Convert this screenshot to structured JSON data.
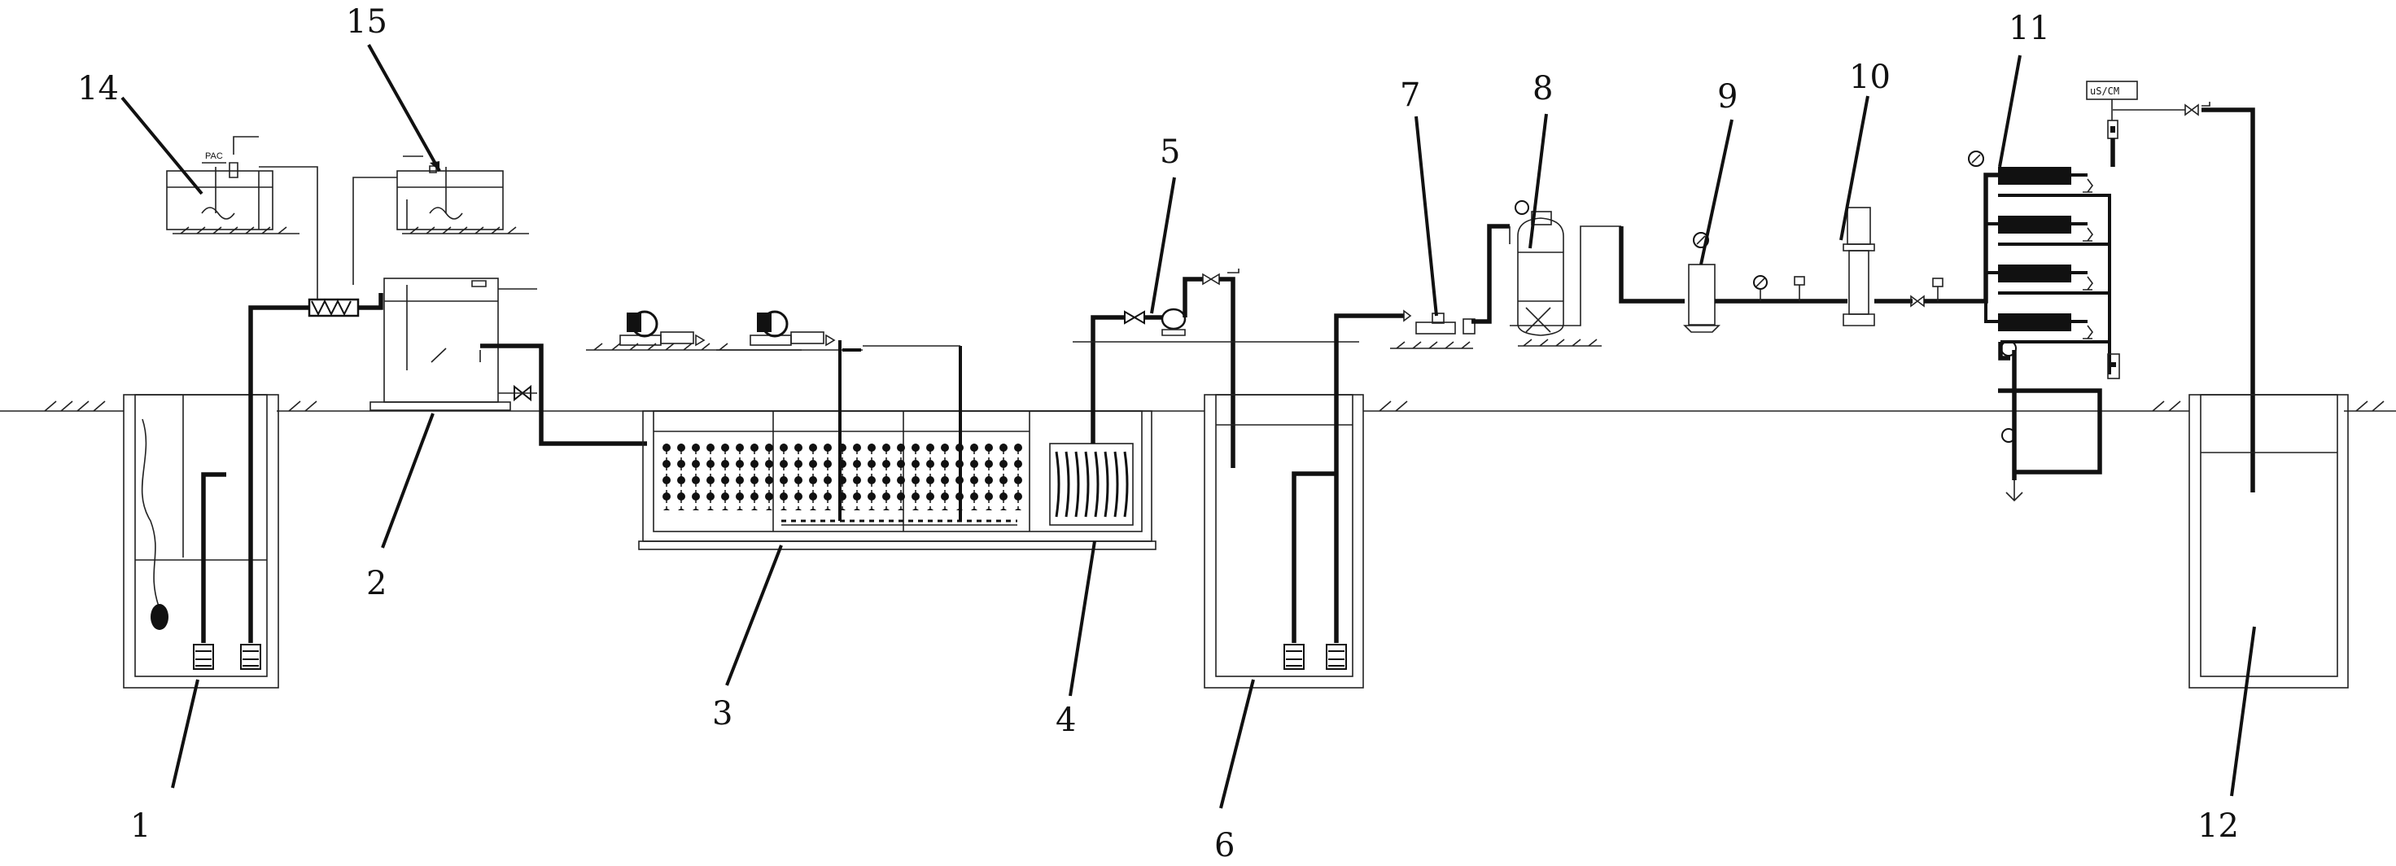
{
  "callouts": [
    "1",
    "2",
    "3",
    "4",
    "5",
    "6",
    "7",
    "8",
    "9",
    "10",
    "11",
    "12",
    "14",
    "15"
  ],
  "tags": {
    "pac": "PAC",
    "conductivity": "uS/CM"
  },
  "colors": {
    "line": "#111111",
    "background": "#ffffff"
  }
}
